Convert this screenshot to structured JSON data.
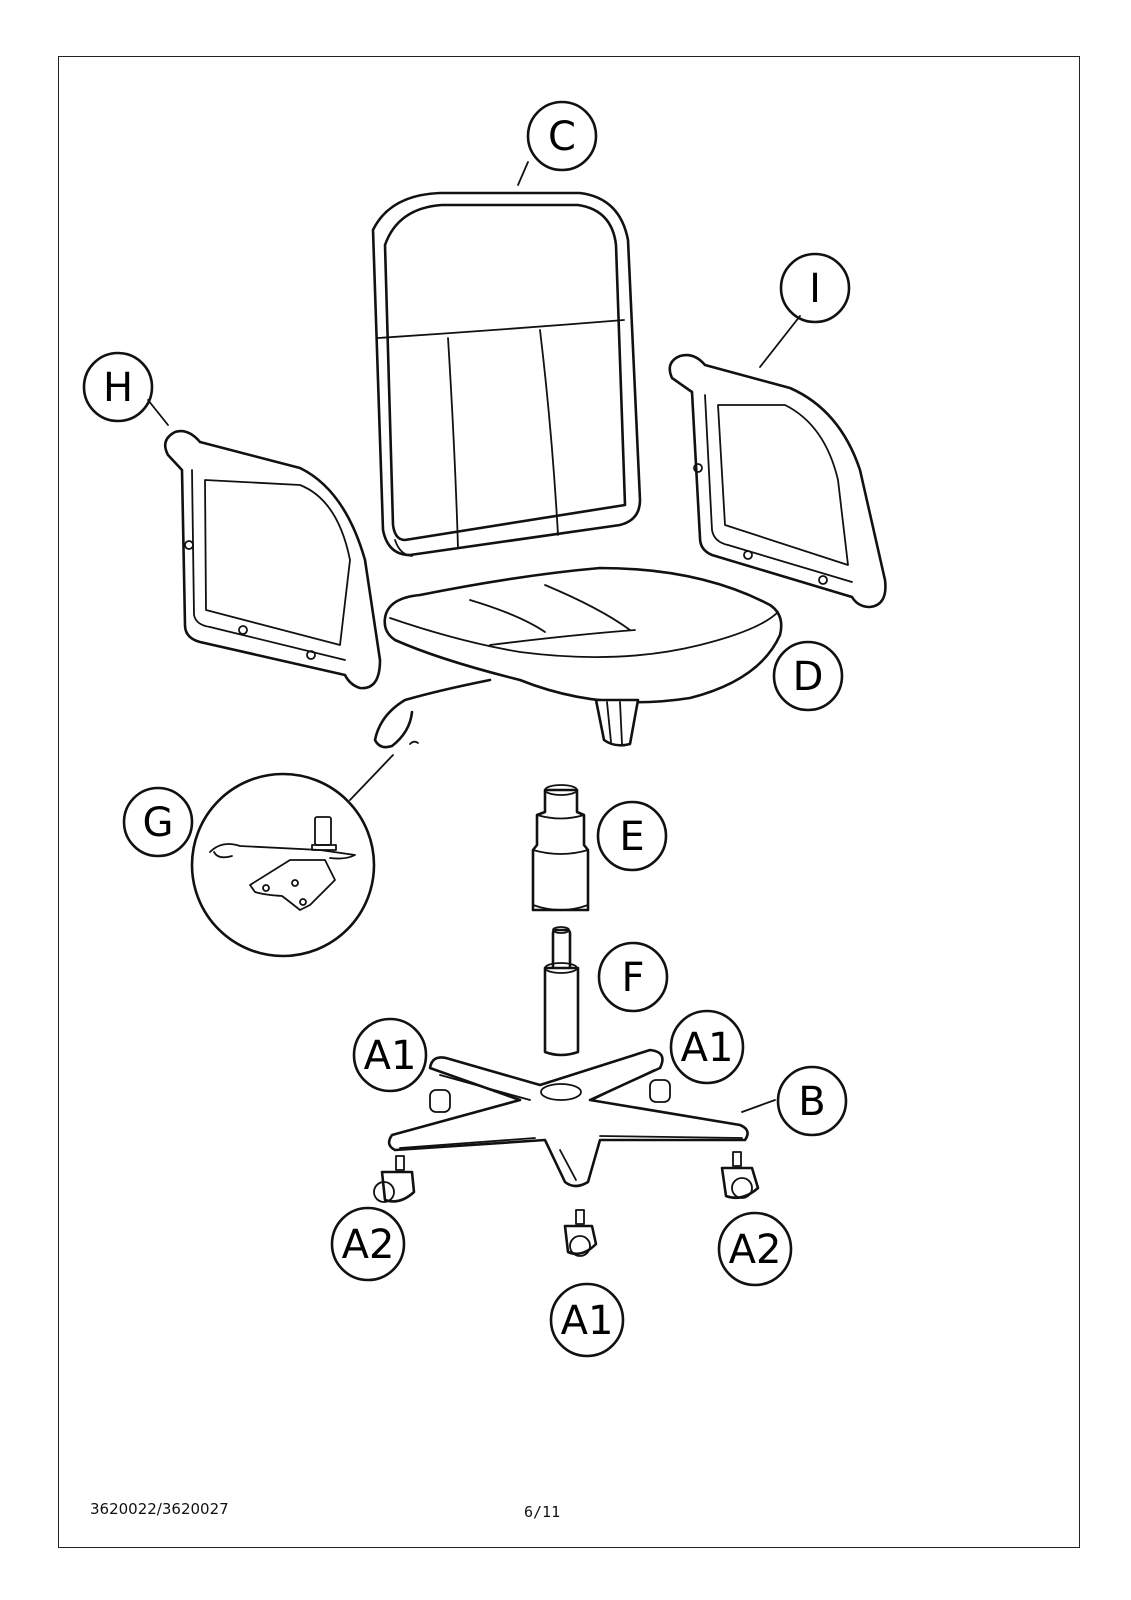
{
  "labels": {
    "C": "C",
    "I": "I",
    "H": "H",
    "D": "D",
    "G": "G",
    "E": "E",
    "F": "F",
    "A1": "A1",
    "A2": "A2",
    "B": "B"
  },
  "footer": {
    "product_code": "3620022/3620027",
    "page_number": "6/11"
  }
}
